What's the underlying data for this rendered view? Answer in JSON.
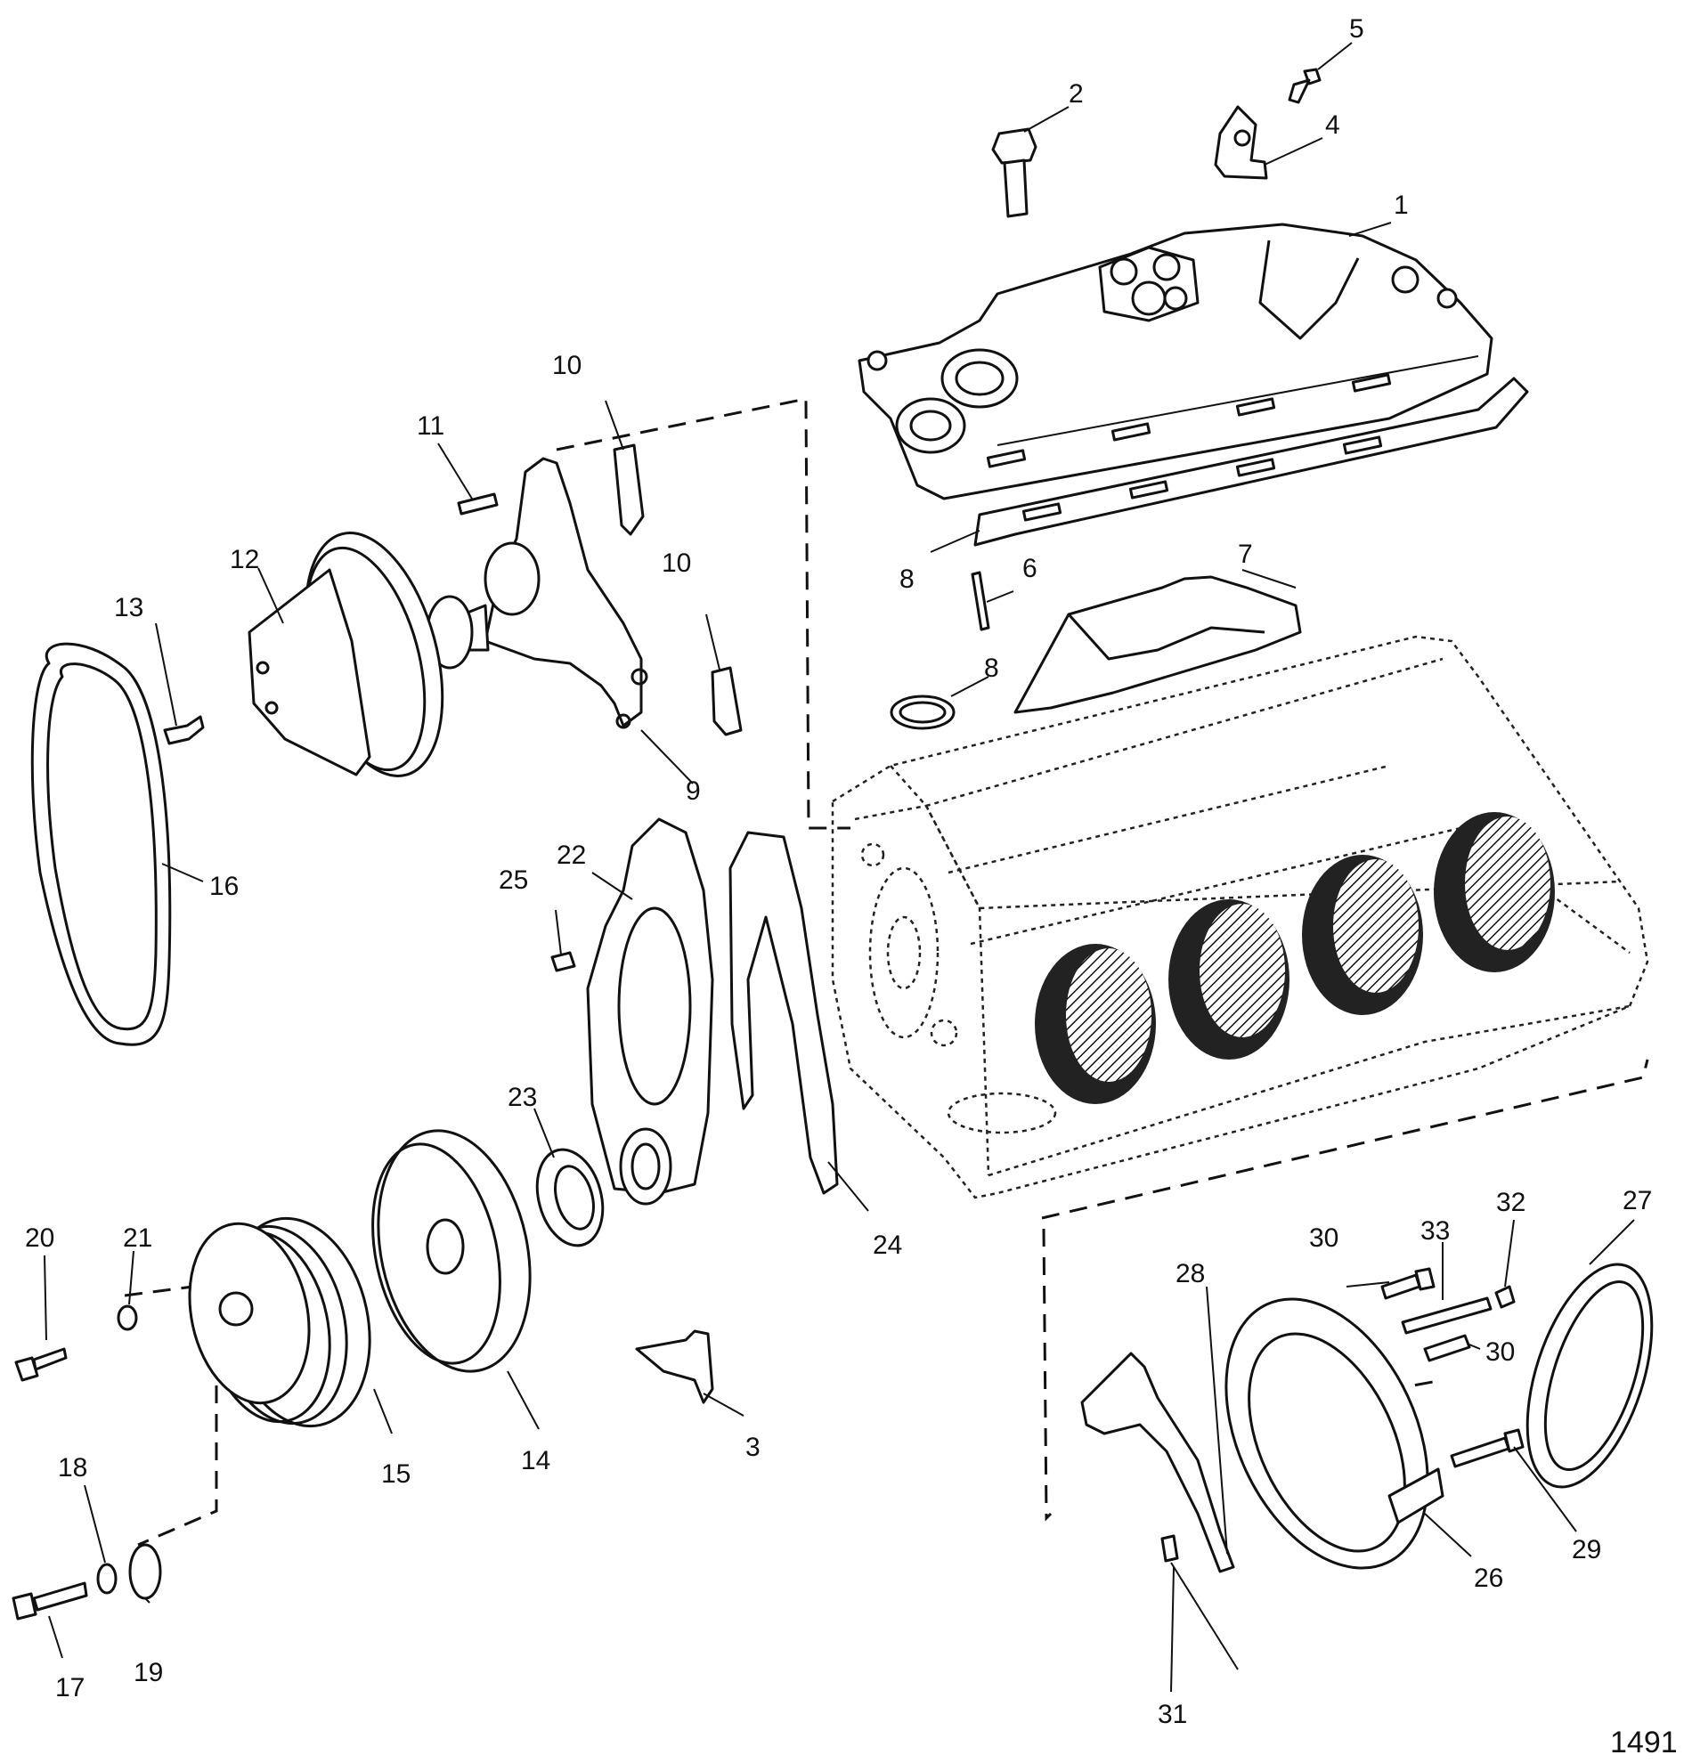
{
  "figure_number": "1491",
  "callouts": [
    "1",
    "2",
    "3",
    "4",
    "5",
    "6",
    "7",
    "8",
    "8",
    "9",
    "10",
    "10",
    "11",
    "12",
    "13",
    "14",
    "15",
    "16",
    "17",
    "18",
    "19",
    "20",
    "21",
    "22",
    "23",
    "24",
    "25",
    "26",
    "27",
    "28",
    "29",
    "30",
    "30",
    "31",
    "32",
    "33"
  ],
  "colors": {
    "ink": "#111111",
    "paper": "#ffffff"
  }
}
